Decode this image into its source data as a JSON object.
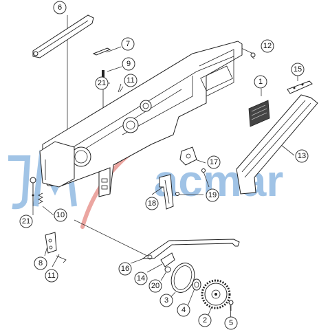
{
  "diagram": {
    "watermark": {
      "text": "acmar",
      "logo_text": "JM",
      "colors": {
        "blue": "#2f7cc8",
        "red": "#d23a2e"
      }
    },
    "callouts": [
      {
        "id": "c6",
        "label": "6"
      },
      {
        "id": "c7",
        "label": "7"
      },
      {
        "id": "c9",
        "label": "9"
      },
      {
        "id": "c21a",
        "label": "21"
      },
      {
        "id": "c11a",
        "label": "11"
      },
      {
        "id": "c12",
        "label": "12"
      },
      {
        "id": "c15",
        "label": "15"
      },
      {
        "id": "c1",
        "label": "1"
      },
      {
        "id": "c17",
        "label": "17"
      },
      {
        "id": "c13",
        "label": "13"
      },
      {
        "id": "c19",
        "label": "19"
      },
      {
        "id": "c18",
        "label": "18"
      },
      {
        "id": "c21b",
        "label": "21"
      },
      {
        "id": "c10",
        "label": "10"
      },
      {
        "id": "c8",
        "label": "8"
      },
      {
        "id": "c11b",
        "label": "11"
      },
      {
        "id": "c16",
        "label": "16"
      },
      {
        "id": "c14",
        "label": "14"
      },
      {
        "id": "c20",
        "label": "20"
      },
      {
        "id": "c3",
        "label": "3"
      },
      {
        "id": "c4",
        "label": "4"
      },
      {
        "id": "c2",
        "label": "2"
      },
      {
        "id": "c5",
        "label": "5"
      }
    ]
  }
}
